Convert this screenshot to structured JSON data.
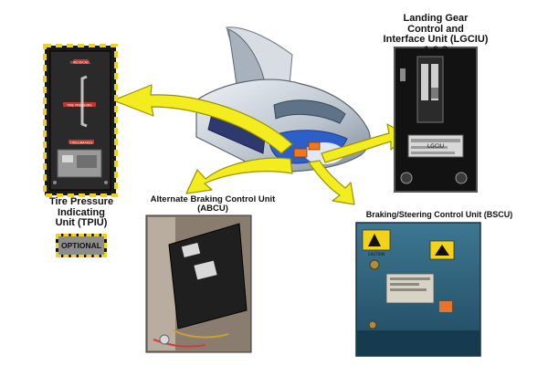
{
  "labels": {
    "lgciu_line1": "Landing Gear",
    "lgciu_line2": "Control and",
    "lgciu_line3": "Interface Unit (LGCIU)",
    "lgciu_line4": "1 & 2",
    "tpiu_line1": "Tire Pressure",
    "tpiu_line2": "Indicating",
    "tpiu_line3": "Unit (TPIU)",
    "abcu_line1": "Alternate Braking Control Unit",
    "abcu_line2": "(ABCU)",
    "bscu": "Braking/Steering Control Unit (BSCU)"
  },
  "optional_badge": "OPTIONAL",
  "panel_text": {
    "tpiu_tags": [
      "CHECK/CALL",
      "TIRE PRESSURE",
      "TIRES/BRAKES"
    ],
    "lgciu_plate": "LGCIU",
    "bscu_warning": "CAUTION"
  },
  "colors": {
    "arrow_yellow": "#f3ec1e",
    "arrow_outline": "#9a9200",
    "bscu_housing": "#2b5f78",
    "tpiu_border": "#f0d020",
    "nose_blue": "#2e5fc8",
    "unit_orange": "#f07818"
  }
}
